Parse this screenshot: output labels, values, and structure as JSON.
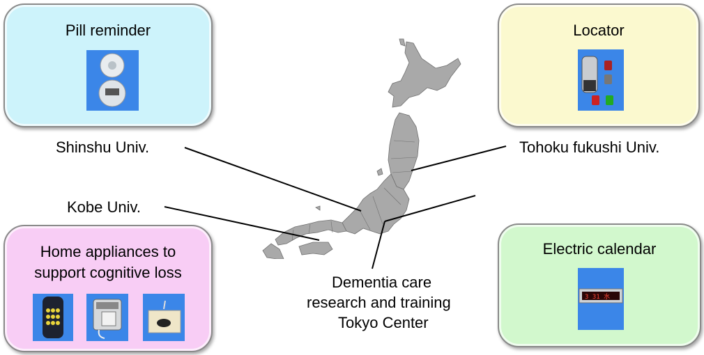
{
  "boxes": {
    "pill": {
      "title": "Pill reminder",
      "color": "#cdf3fb"
    },
    "locator": {
      "title": "Locator",
      "color": "#fbf9cf"
    },
    "home": {
      "title_line1": "Home appliances to",
      "title_line2": "support cognitive loss",
      "color": "#f8cdf5"
    },
    "calendar": {
      "title": "Electric calendar",
      "color": "#d2f8cd"
    }
  },
  "labels": {
    "shinshu": "Shinshu Univ.",
    "tohoku": "Tohoku fukushi Univ.",
    "kobe": "Kobe Univ.",
    "tokyo_line1": "Dementia care",
    "tokyo_line2": "research and training",
    "tokyo_line3": "Tokyo Center"
  },
  "photos": {
    "pill": "pill-dispenser",
    "locator": "locator-device-set",
    "remote": "large-button-remote",
    "phone": "big-button-telephone",
    "appliance": "small-appliance",
    "calendar": "led-calendar-display"
  },
  "colors": {
    "map_fill": "#a9a9a9",
    "map_stroke": "#6f6f6f",
    "photo_bg": "#3b86e8"
  }
}
